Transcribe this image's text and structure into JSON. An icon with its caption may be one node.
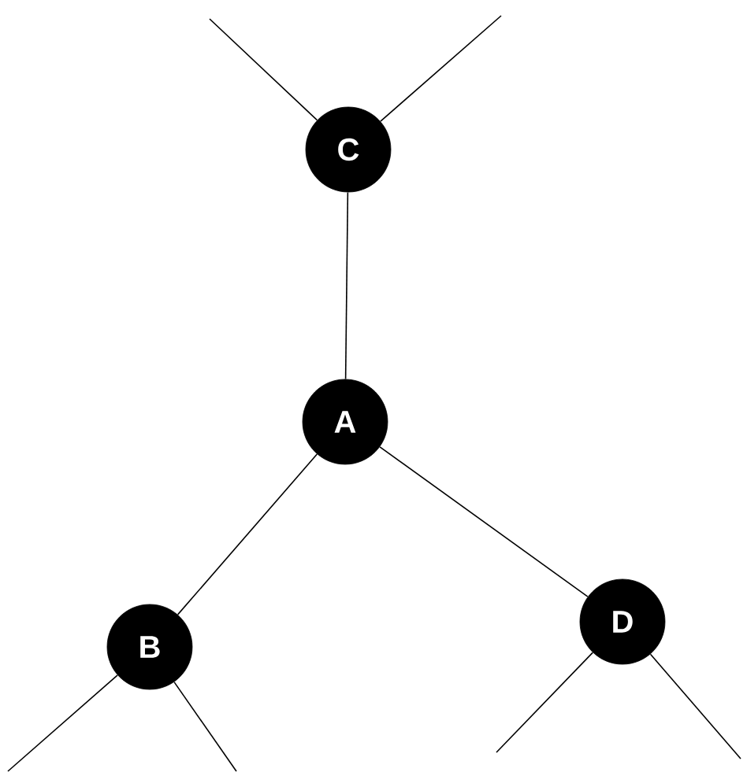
{
  "diagram": {
    "nodes": [
      {
        "text": [
          "C"
        ]
      },
      {
        "text": [
          "A"
        ]
      },
      {
        "text": [
          "B"
        ]
      },
      {
        "text": [
          "D"
        ]
      }
    ],
    "edges": [
      {
        "from": 0,
        "to": 1,
        "arrow": "none"
      },
      {
        "from": 1,
        "to": 2,
        "arrow": "none"
      },
      {
        "from": 1,
        "to": 3,
        "arrow": "none"
      },
      {
        "from": 0,
        "to": null,
        "arrow": "none"
      },
      {
        "from": 0,
        "to": null,
        "arrow": "none"
      },
      {
        "from": 2,
        "to": null,
        "arrow": "none"
      },
      {
        "from": 2,
        "to": null,
        "arrow": "none"
      },
      {
        "from": 3,
        "to": null,
        "arrow": "none"
      },
      {
        "from": 3,
        "to": null,
        "arrow": "none"
      }
    ]
  }
}
